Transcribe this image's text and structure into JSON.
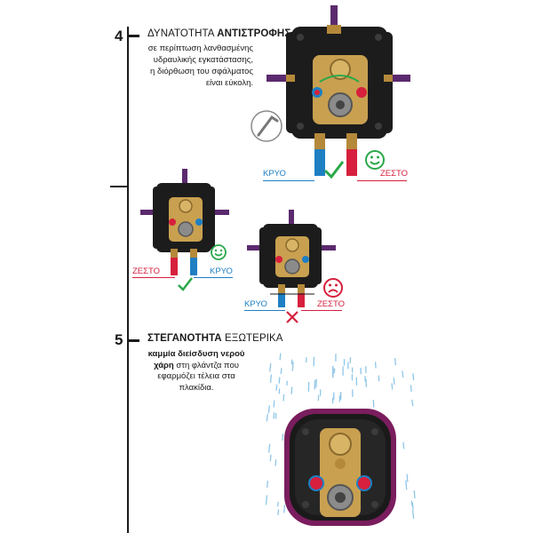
{
  "step4": {
    "number": "4",
    "title_prefix": "ΔΥΝΑΤΟΤΗΤΑ ",
    "title_bold": "ΑΝΤΙΣΤΡΟΦΗΣ",
    "description_lines": [
      "σε περίπτωση λανθασμένης",
      "υδραυλικής εγκατάστασης,",
      "η διόρθωση του σφάλματος",
      "είναι εύκολη."
    ]
  },
  "diagram_top": {
    "cold_label": "ΚΡΥΟ",
    "hot_label": "ΖΕΣΤΟ"
  },
  "diagram_middle_left": {
    "hot_label": "ΖΕΣΤΟ",
    "cold_label": "ΚΡΥΟ"
  },
  "diagram_middle_right": {
    "cold_label": "ΚΡΥΟ",
    "hot_label": "ΖΕΣΤΟ"
  },
  "step5": {
    "number": "5",
    "title_bold": "ΣΤΕΓΑΝΟΤΗΤΑ",
    "title_rest": " ΕΞΩΤΕΡΙΚΑ",
    "description_line1": "καμμία διείσδυση νερού",
    "description_line2_bold": "χάρη",
    "description_line2_rest": " στη φλάντζα που",
    "description_line3": "εφαρμόζει τέλεια στα",
    "description_line4": "πλακίδια."
  },
  "colors": {
    "cold": "#1e7fc3",
    "hot": "#d6203d",
    "check": "#2aa84a",
    "cross": "#d6203d",
    "pipe": "#5b2a6e"
  },
  "icons": [
    "allen-key-icon",
    "happy-face-icon",
    "sad-face-icon",
    "check-mark-icon",
    "cross-mark-icon",
    "water-drops"
  ]
}
